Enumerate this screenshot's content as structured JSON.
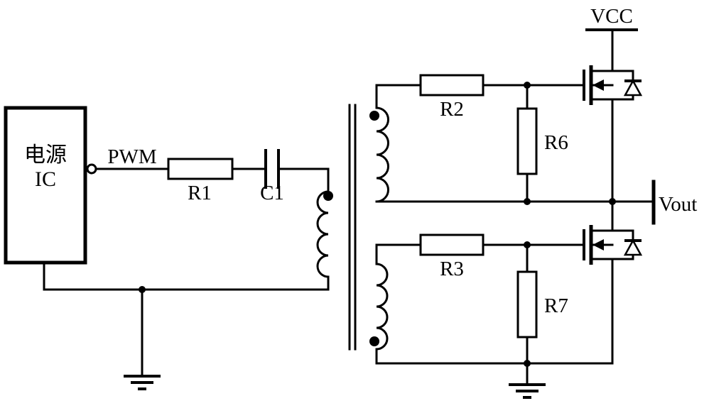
{
  "diagram": {
    "power_ic": {
      "line1": "电源",
      "line2": "IC"
    },
    "labels": {
      "pwm": "PWM",
      "r1": "R1",
      "c1": "C1",
      "r2": "R2",
      "r3": "R3",
      "r6": "R6",
      "r7": "R7",
      "vcc": "VCC",
      "vout": "Vout"
    },
    "colors": {
      "line": "#000000",
      "background": "#ffffff"
    }
  }
}
